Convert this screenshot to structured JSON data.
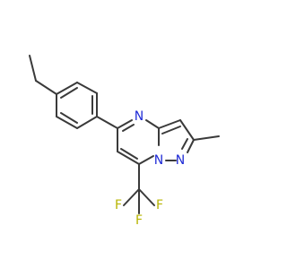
{
  "molecule": {
    "atoms": {
      "n4": {
        "symbol": "N",
        "color": "#1f2bd6"
      },
      "n7a": {
        "symbol": "N",
        "color": "#1f2bd6"
      },
      "n1": {
        "symbol": "N",
        "color": "#1f2bd6"
      },
      "f1": {
        "symbol": "F",
        "color": "#b7b400"
      },
      "f2": {
        "symbol": "F",
        "color": "#b7b400"
      },
      "f3": {
        "symbol": "F",
        "color": "#b7b400"
      }
    },
    "bond_color": "#3a3a3a",
    "background": "#ffffff"
  }
}
